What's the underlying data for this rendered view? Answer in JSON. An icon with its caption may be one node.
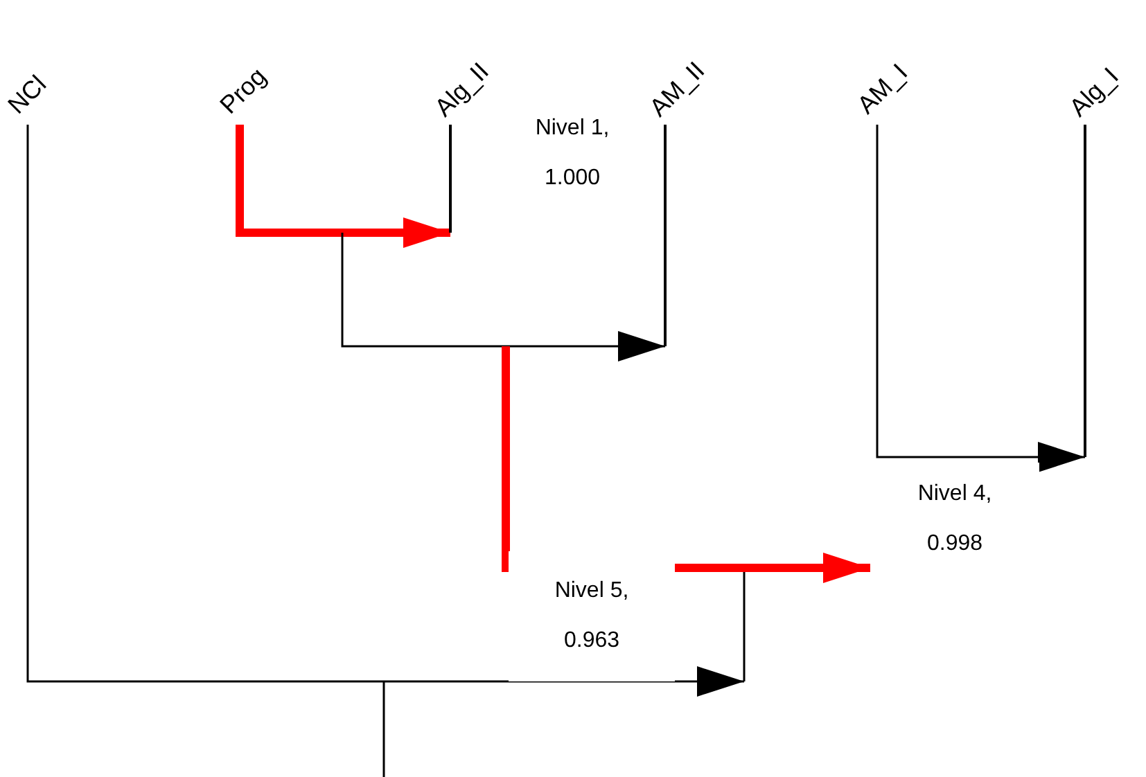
{
  "diagram": {
    "nodes": [
      {
        "text": [
          "NCl"
        ]
      },
      {
        "text": [
          "Prog"
        ]
      },
      {
        "text": [
          "Alg_II"
        ]
      },
      {
        "text": [
          "AM_II"
        ]
      },
      {
        "text": [
          "AM_I"
        ]
      },
      {
        "text": [
          "Alg_I"
        ]
      },
      {
        "text": [
          "Nivel 1,",
          "1.000"
        ]
      },
      {
        "text": [
          "Nivel 4,",
          "0.998"
        ]
      },
      {
        "text": [
          "Nivel 5,",
          "0.963"
        ]
      }
    ],
    "edges": [
      {
        "from": 1,
        "to": 2,
        "arrow": "to",
        "style": "thick",
        "color": "#ff0000"
      },
      {
        "from": null,
        "to": 3,
        "arrow": "to"
      },
      {
        "from": 4,
        "to": 5,
        "arrow": "to"
      },
      {
        "from": null,
        "to": 7,
        "arrow": "to",
        "style": "thick",
        "color": "#ff0000"
      },
      {
        "from": 0,
        "to": null,
        "arrow": "to"
      }
    ]
  }
}
